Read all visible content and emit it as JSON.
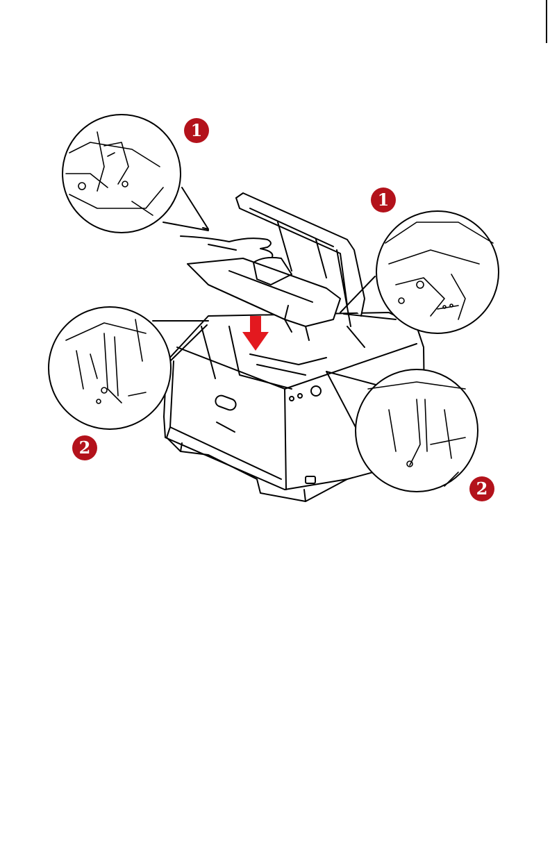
{
  "colors": {
    "badge": "#b3121b",
    "arrow": "#e3191f",
    "line": "#000000",
    "paper": "#ffffff"
  },
  "callouts": [
    {
      "id": "release-top-left",
      "number": "1"
    },
    {
      "id": "release-top-right",
      "number": "1"
    },
    {
      "id": "lock-bottom-left",
      "number": "2"
    },
    {
      "id": "lock-bottom-right",
      "number": "2"
    }
  ],
  "icons": [
    "red-arrow-down-icon",
    "hand-icon"
  ]
}
